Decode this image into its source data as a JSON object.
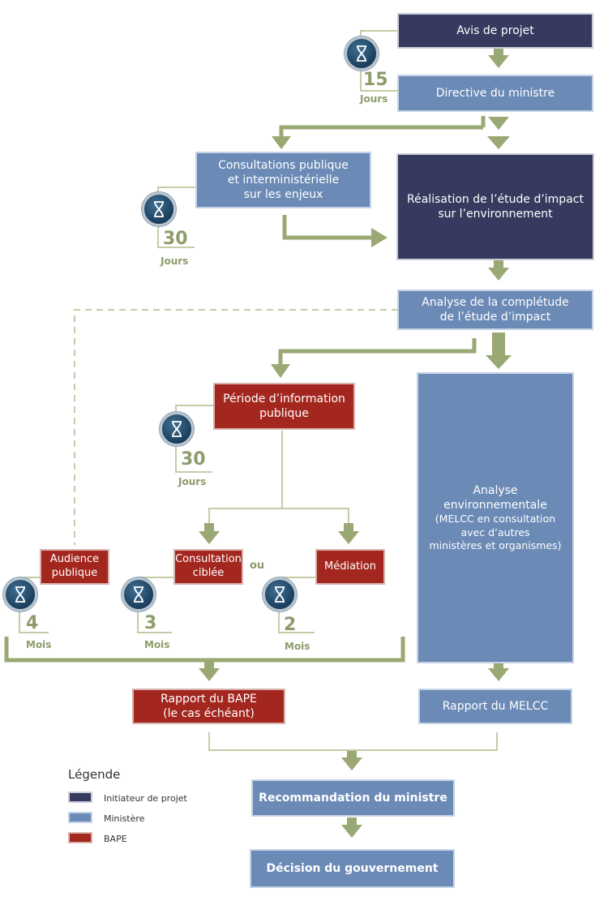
{
  "steps": {
    "avis": "Avis de projet",
    "directive": "Directive du ministre",
    "consultations": [
      "Consultations publique",
      "et interministérielle",
      "sur les enjeux"
    ],
    "realisation": [
      "Réalisation de l’étude d’impact",
      "sur l’environnement"
    ],
    "analyse_completude": [
      "Analyse de la complétude",
      "de l’étude d’impact"
    ],
    "periode_info": [
      "Période d’information",
      "publique"
    ],
    "analyse_env": [
      "Analyse",
      "environnementale",
      "(MELCC en consultation",
      "avec d’autres",
      "ministères et organismes)"
    ],
    "audience": [
      "Audience",
      "publique"
    ],
    "consultation_ciblee": [
      "Consultation",
      "ciblée"
    ],
    "ou": "ou",
    "mediation": "Médiation",
    "rapport_bape": [
      "Rapport du BAPE",
      "(le cas échéant)"
    ],
    "rapport_melcc": "Rapport du MELCC",
    "recommandation": "Recommandation du ministre",
    "decision": "Décision du gouvernement"
  },
  "durations": {
    "directive": {
      "value": "15",
      "unit": "Jours"
    },
    "consultations": {
      "value": "30",
      "unit": "Jours"
    },
    "periode_info": {
      "value": "30",
      "unit": "Jours"
    },
    "audience": {
      "value": "4",
      "unit": "Mois"
    },
    "consultation_ciblee": {
      "value": "3",
      "unit": "Mois"
    },
    "mediation": {
      "value": "2",
      "unit": "Mois"
    }
  },
  "legend": {
    "title": "Légende",
    "items": [
      {
        "label": "Initiateur de projet",
        "color": "#363a5e"
      },
      {
        "label": "Ministère",
        "color": "#6b8ab6"
      },
      {
        "label": "BAPE",
        "color": "#a3271f"
      }
    ]
  },
  "colors": {
    "navy": "#363a5e",
    "blue": "#6b8ab6",
    "red": "#a3271f",
    "arrow": "#9aa873",
    "connector": "#c4cca6"
  }
}
